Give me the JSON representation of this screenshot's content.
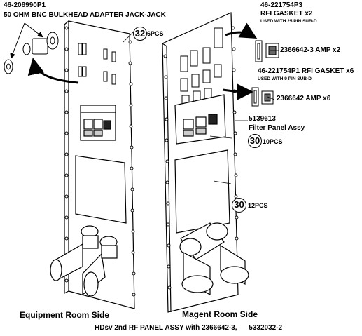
{
  "callouts": {
    "bnc_part": "46-208990P1",
    "bnc_desc": "50 OHM BNC BULKHEAD ADAPTER JACK-JACK",
    "qty_32": "32",
    "qty_32_text": "6PCS",
    "gasket_x2_part": "46-221754P3",
    "gasket_x2_desc": "RFI GASKET  x2",
    "gasket_x2_note": "USED WITH 25 PIN SUB-D",
    "amp_x2": "2366642-3  AMP  x2",
    "gasket_x6_line": "46-221754P1  RFI GASKET x6",
    "gasket_x6_note": "USED WITH 9 PIN SUB-D",
    "amp_x6": "2366642  AMP  x6",
    "filter_part": "5139613",
    "filter_desc": "Filter Panel Assy",
    "qty_30a": "30",
    "qty_30a_text": "10PCS",
    "qty_30b": "30",
    "qty_30b_text": "12PCS"
  },
  "captions": {
    "left_side": "Equipment Room Side",
    "right_side": "Magent Room Side",
    "footer": "HDsv 2nd RF PANEL ASSY with 2366642-3,      5332032-2"
  }
}
